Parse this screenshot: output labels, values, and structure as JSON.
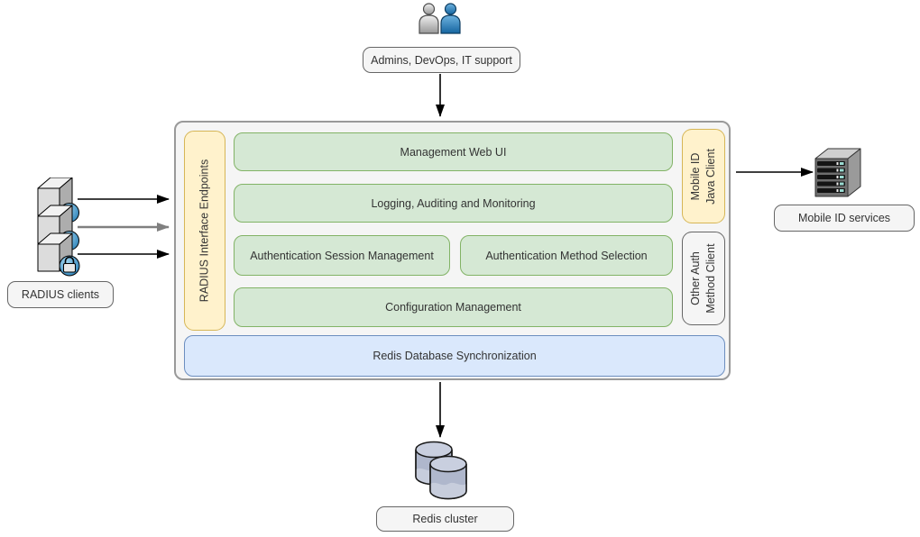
{
  "colors": {
    "yellow_fill": "#FFF2CC",
    "yellow_stroke": "#D6B656",
    "green_fill": "#D5E8D4",
    "green_stroke": "#82B366",
    "blue_fill": "#DAE8FC",
    "blue_stroke": "#6C8EBF",
    "container_fill": "#F5F5F5",
    "container_stroke": "#999999",
    "label_fill": "#F5F5F5",
    "label_stroke": "#666666",
    "text": "#333333",
    "arrow_black": "#000000",
    "arrow_gray": "#808080"
  },
  "icons": {
    "actors": "two-people-icon",
    "radius_clients": "server-stack-with-lock-icon",
    "mobile_id_services": "rack-server-icon",
    "redis_cluster": "database-cylinders-icon"
  },
  "external": {
    "actors_label": "Admins, DevOps, IT support",
    "radius_clients_label": "RADIUS clients",
    "mobile_id_services_label": "Mobile ID services",
    "redis_cluster_label": "Redis cluster"
  },
  "system": {
    "left_bar_label": "RADIUS Interface Endpoints",
    "management_web_ui": "Management Web UI",
    "logging": "Logging, Auditing and Monitoring",
    "auth_session": "Authentication Session Management",
    "auth_method": "Authentication Method Selection",
    "config_mgmt": "Configuration Management",
    "mobile_id_client": "Mobile ID\nJava Client",
    "other_auth_client": "Other Auth\nMethod Client",
    "redis_sync": "Redis Database Synchronization"
  }
}
